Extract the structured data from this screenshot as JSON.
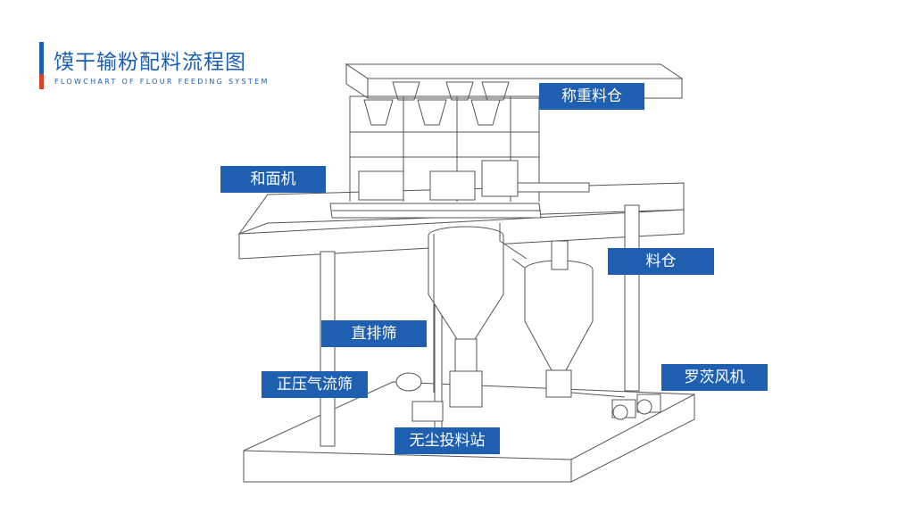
{
  "title": "馍干输粉配料流程图",
  "subtitle": "FLOWCHART OF FLOUR FEEDING SYSTEM",
  "colors": {
    "accent_top": "#1a5fb4",
    "accent_bottom": "#d9432a",
    "label_bg": "#1f5fb0",
    "line": "#555555"
  },
  "labels": {
    "weighing_bin": "称重料仓",
    "dough_mixer": "和面机",
    "bin": "料仓",
    "straight_sieve": "直排筛",
    "pressure_sieve": "正压气流筛",
    "roots_blower": "罗茨风机",
    "dust_free_station": "无尘投料站"
  }
}
